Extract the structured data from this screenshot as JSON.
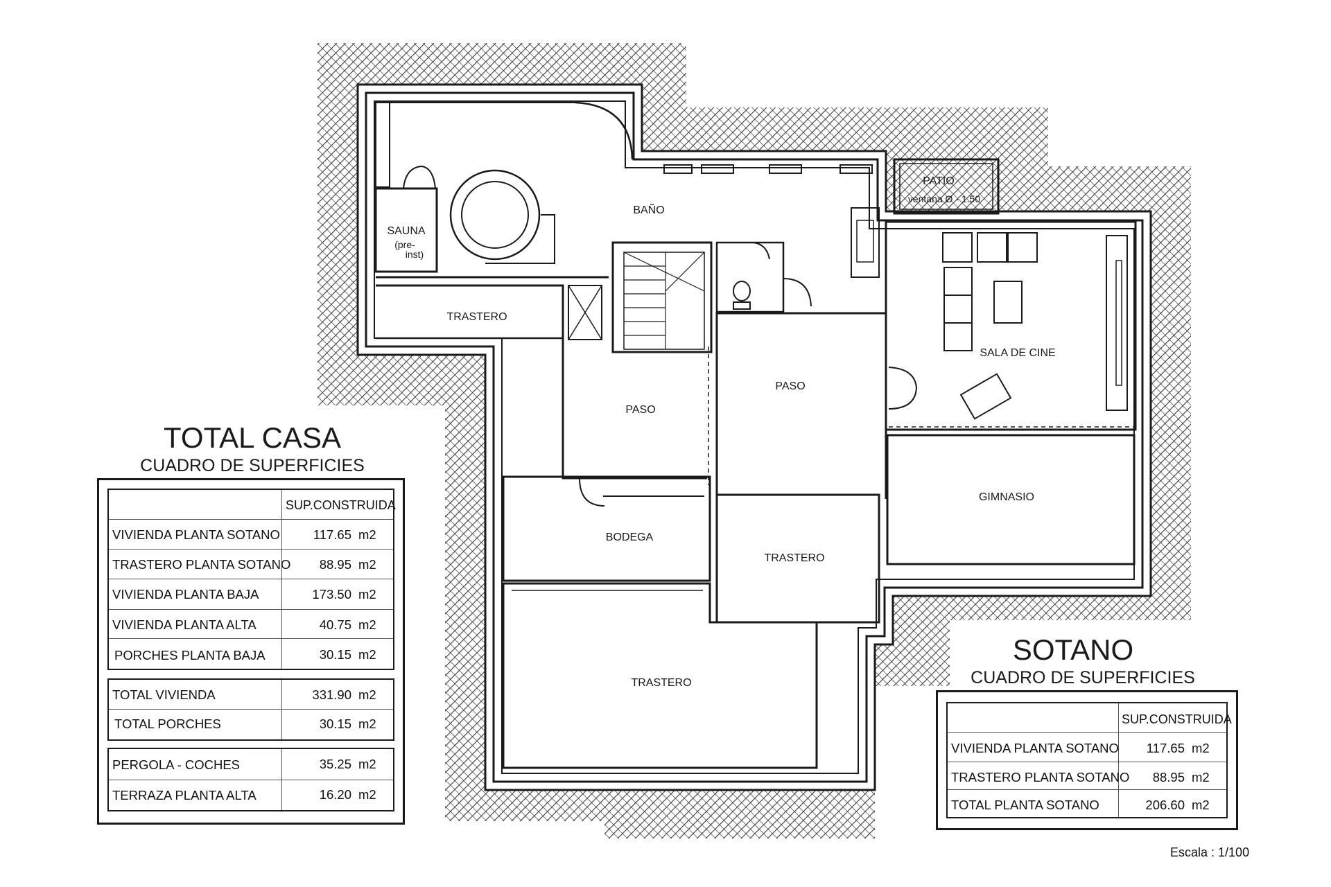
{
  "rooms": {
    "sauna": "SAUNA",
    "sauna_note_1": "(pre-",
    "sauna_note_2": "inst)",
    "bano": "BAÑO",
    "patio": "PATIO",
    "patio_note": "ventana Ø - 1.50",
    "trastero_top": "TRASTERO",
    "sala_cine": "SALA DE CINE",
    "paso_left": "PASO",
    "paso_right": "PASO",
    "gimnasio": "GIMNASIO",
    "bodega": "BODEGA",
    "trastero_mid": "TRASTERO",
    "trastero_bottom": "TRASTERO"
  },
  "total_casa": {
    "title": "TOTAL CASA",
    "subtitle": "CUADRO DE SUPERFICIES",
    "header": "SUP.CONSTRUIDA",
    "rows": [
      {
        "label": "VIVIENDA PLANTA SOTANO",
        "value": "117.65",
        "unit": "m2"
      },
      {
        "label": "TRASTERO PLANTA SOTANO",
        "value": "88.95",
        "unit": "m2"
      },
      {
        "label": "VIVIENDA PLANTA BAJA",
        "value": "173.50",
        "unit": "m2"
      },
      {
        "label": "VIVIENDA PLANTA ALTA",
        "value": "40.75",
        "unit": "m2"
      },
      {
        "label": "PORCHES PLANTA BAJA",
        "value": "30.15",
        "unit": "m2"
      }
    ],
    "totals": [
      {
        "label": "TOTAL VIVIENDA",
        "value": "331.90",
        "unit": "m2"
      },
      {
        "label": "TOTAL PORCHES",
        "value": "30.15",
        "unit": "m2"
      }
    ],
    "extras": [
      {
        "label": "PERGOLA - COCHES",
        "value": "35.25",
        "unit": "m2"
      },
      {
        "label": "TERRAZA PLANTA ALTA",
        "value": "16.20",
        "unit": "m2"
      }
    ]
  },
  "sotano": {
    "title": "SOTANO",
    "subtitle": "CUADRO DE SUPERFICIES",
    "header": "SUP.CONSTRUIDA",
    "rows": [
      {
        "label": "VIVIENDA PLANTA SOTANO",
        "value": "117.65",
        "unit": "m2"
      },
      {
        "label": "TRASTERO PLANTA SOTANO",
        "value": "88.95",
        "unit": "m2"
      },
      {
        "label": "TOTAL PLANTA SOTANO",
        "value": "206.60",
        "unit": "m2"
      }
    ]
  },
  "scale": "Escala : 1/100",
  "colors": {
    "ink": "#1a1a1a",
    "hatch": "#444444",
    "paper": "#ffffff"
  }
}
